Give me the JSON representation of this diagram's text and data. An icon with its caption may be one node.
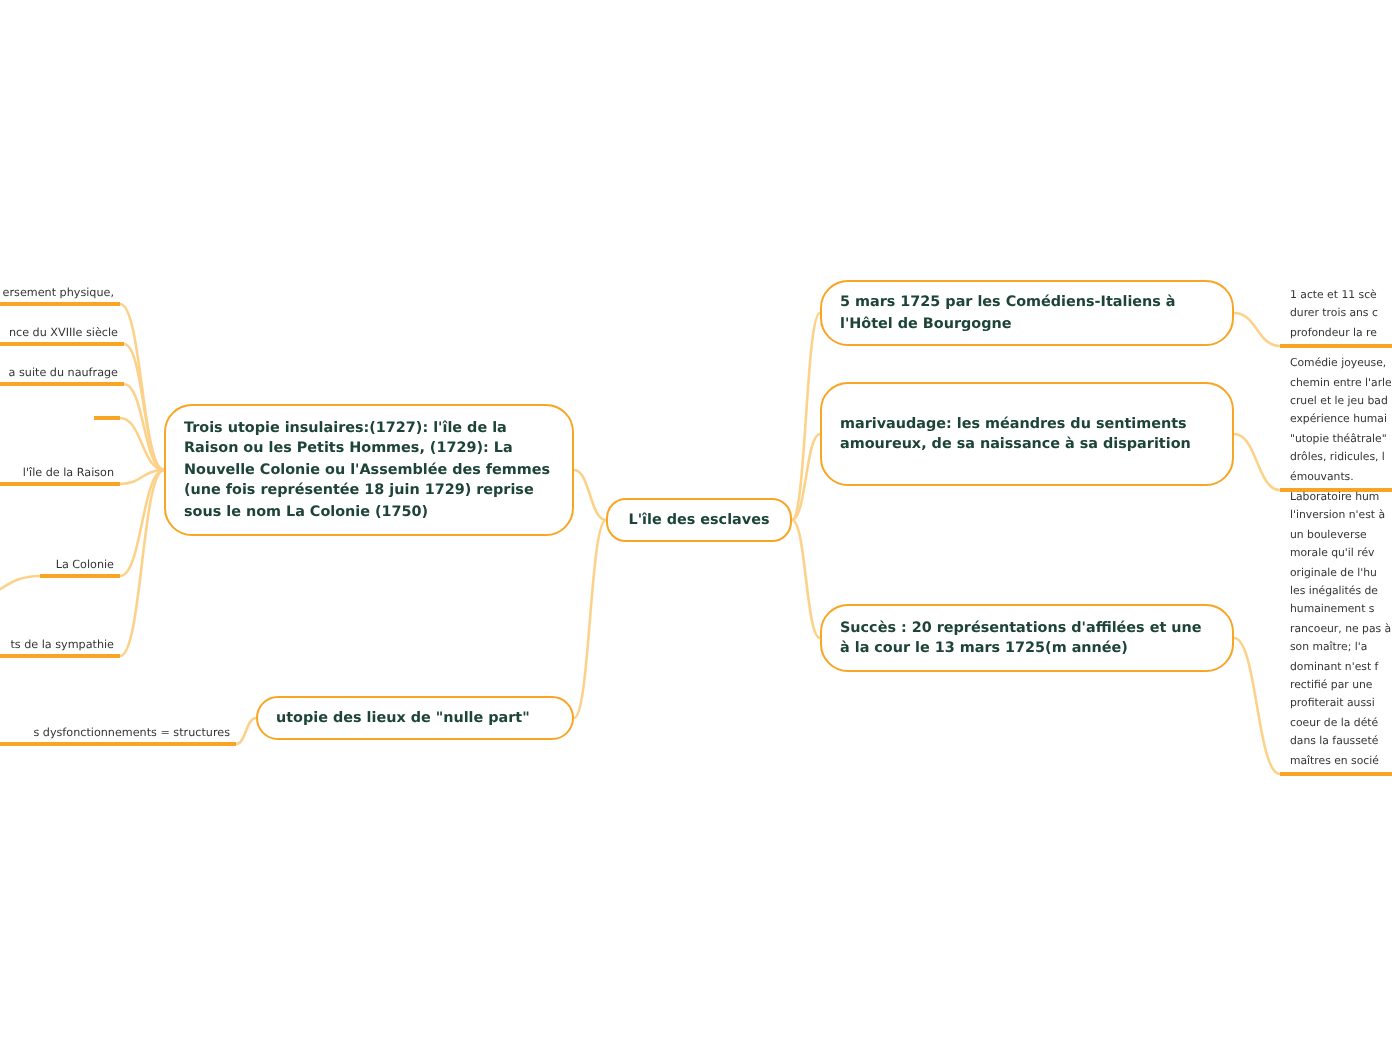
{
  "diagram": {
    "nodes": [
      {
        "text": [
          "L'île des esclaves"
        ]
      },
      {
        "text": [
          "Trois utopie insulaires:(1727): l'île de la Raison ou les Petits Hommes, (1729): La Nouvelle Colonie ou l'Assemblée des femmes (une fois représentée 18 juin 1729) reprise sous le nom La Colonie (1750)"
        ]
      },
      {
        "text": [
          "5 mars 1725 par les Comédiens-Italiens à l'Hôtel de Bourgogne"
        ]
      },
      {
        "text": [
          "marivaudage: les méandres du sentiments amoureux, de sa naissance à sa disparition"
        ]
      },
      {
        "text": [
          "Succès : 20 représentations d'affilées et une à la cour le 13 mars 1725(m année)"
        ]
      },
      {
        "text": [
          "utopie des lieux de \"nulle part\""
        ]
      },
      {
        "text": [
          "ersement physique,"
        ]
      },
      {
        "text": [
          "nce du XVIIIe siècle"
        ]
      },
      {
        "text": [
          "a suite du naufrage"
        ]
      },
      {
        "text": [],
        "shape": "bar"
      },
      {
        "text": [
          "l'île de la Raison"
        ]
      },
      {
        "text": [
          "La Colonie"
        ]
      },
      {
        "text": [
          "ts de la sympathie"
        ]
      },
      {
        "text": [
          "s dysfonctionnements = structures"
        ]
      },
      {
        "text": [
          "1 acte et 11 scè durer trois ans c profondeur la re"
        ]
      },
      {
        "text": [
          "Comédie joyeuse, chemin entre l'arle cruel et le jeu bad expérience humai \"utopie théâtrale\" drôles, ridicules, l émouvants."
        ]
      },
      {
        "text": [
          "Laboratoire hum l'inversion n'est à un bouleverse morale qu'il rév originale de l'hu les inégalités de humainement s rancoeur, ne pas à son maître; l'a dominant n'est f rectifié par une profiterait aussi coeur de la dété dans la fausseté maîtres en socié"
        ]
      }
    ],
    "edges": [
      {
        "from": 0,
        "to": 1,
        "arrow": "none"
      },
      {
        "from": 0,
        "to": 2,
        "arrow": "none"
      },
      {
        "from": 0,
        "to": 3,
        "arrow": "none"
      },
      {
        "from": 0,
        "to": 4,
        "arrow": "none"
      },
      {
        "from": 0,
        "to": 5,
        "arrow": "none"
      },
      {
        "from": 1,
        "to": 6,
        "arrow": "none"
      },
      {
        "from": 1,
        "to": 7,
        "arrow": "none"
      },
      {
        "from": 1,
        "to": 8,
        "arrow": "none"
      },
      {
        "from": 1,
        "to": 9,
        "arrow": "none"
      },
      {
        "from": 1,
        "to": 10,
        "arrow": "none"
      },
      {
        "from": 1,
        "to": 11,
        "arrow": "none"
      },
      {
        "from": 1,
        "to": 12,
        "arrow": "none"
      },
      {
        "from": 5,
        "to": 13,
        "arrow": "none"
      },
      {
        "from": 2,
        "to": 14,
        "arrow": "none"
      },
      {
        "from": 3,
        "to": 15,
        "arrow": "none"
      },
      {
        "from": 4,
        "to": 16,
        "arrow": "none"
      },
      {
        "from": 11,
        "to": null,
        "arrow": "none"
      }
    ]
  }
}
